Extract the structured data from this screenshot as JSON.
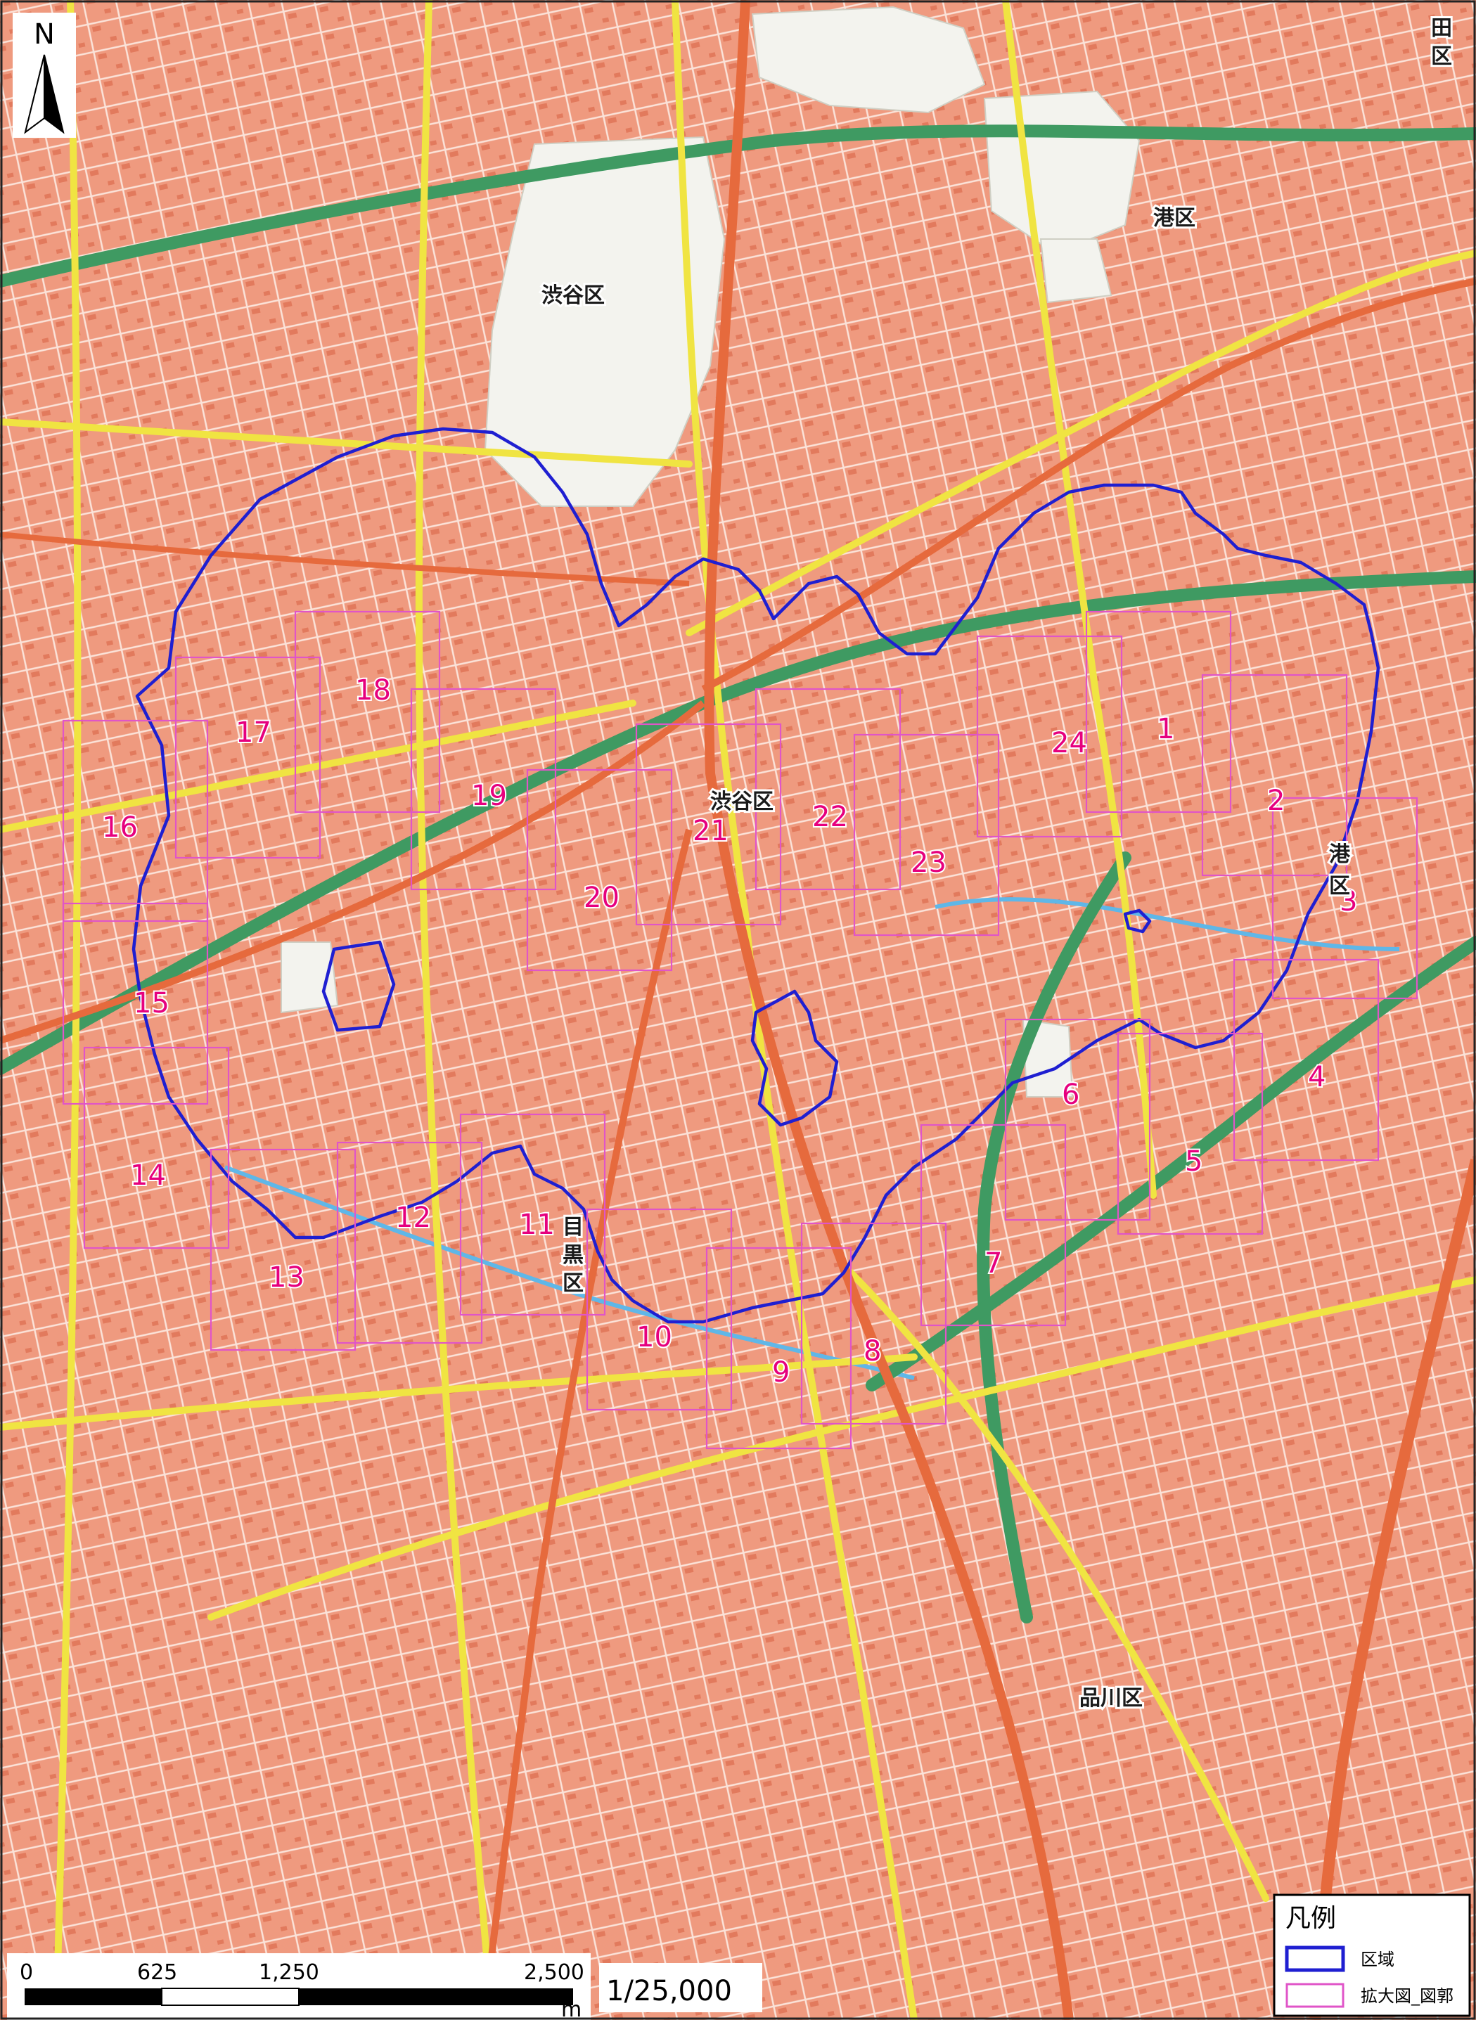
{
  "map": {
    "north_label": "N",
    "wards": [
      {
        "id": "shibuya-1",
        "label": "渋谷区"
      },
      {
        "id": "minato-1",
        "label": "港区"
      },
      {
        "id": "shibuya-2",
        "label": "渋谷区"
      },
      {
        "id": "minato-2",
        "label": "港"
      },
      {
        "id": "minato-3",
        "label": "区"
      },
      {
        "id": "meguro-1",
        "label": "目"
      },
      {
        "id": "meguro-2",
        "label": "黒"
      },
      {
        "id": "meguro-3",
        "label": "区"
      },
      {
        "id": "shinagawa",
        "label": "品川区"
      },
      {
        "id": "chiyoda-1",
        "label": "田"
      },
      {
        "id": "chiyoda-2",
        "label": "区"
      }
    ],
    "sheets": [
      "1",
      "2",
      "3",
      "4",
      "5",
      "6",
      "7",
      "8",
      "9",
      "10",
      "11",
      "12",
      "13",
      "14",
      "15",
      "16",
      "17",
      "18",
      "19",
      "20",
      "21",
      "22",
      "23",
      "24"
    ],
    "scale_bar": {
      "ticks": [
        "0",
        "625",
        "1,250",
        "2,500"
      ],
      "unit": "m"
    },
    "scale_ratio": "1/25,000",
    "legend": {
      "title": "凡例",
      "items": [
        {
          "label": "区域",
          "color": "#1f1fd1",
          "kind": "boundary"
        },
        {
          "label": "拡大図_図郭",
          "color": "#e055c8",
          "kind": "sheet"
        }
      ]
    },
    "colors": {
      "urban": "#ef9a7f",
      "park": "#f3f3ee",
      "major_road": "#f0e442",
      "expressway": "#3f9a62",
      "railway": "#e66a3d",
      "boundary": "#1f1fd1",
      "sheet_frame": "#e055c8"
    }
  }
}
